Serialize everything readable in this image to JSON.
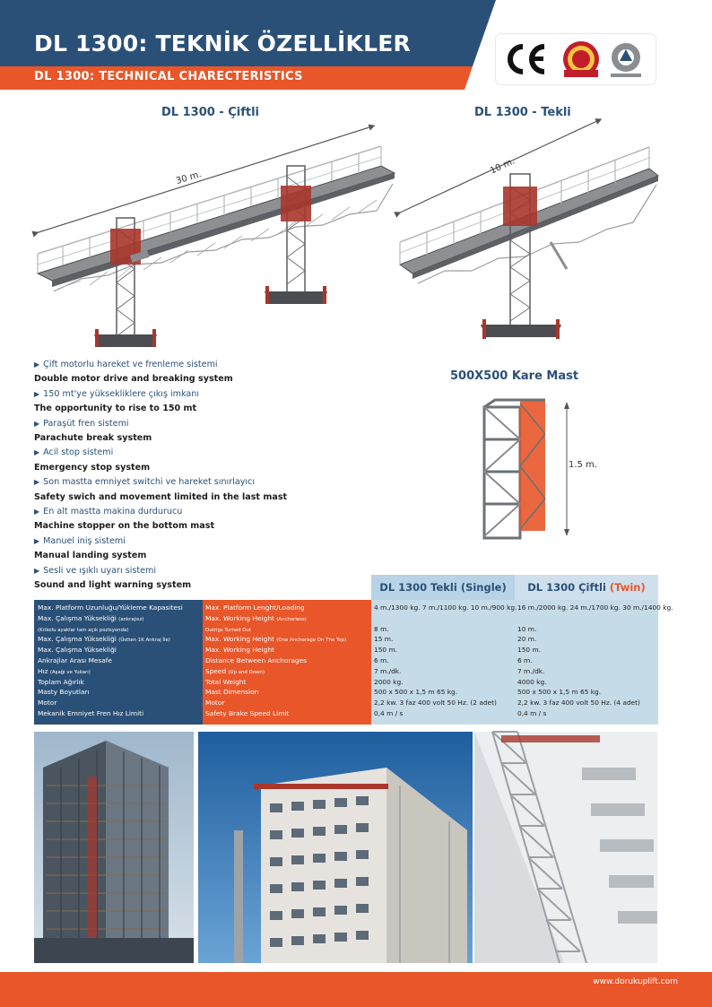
{
  "header": {
    "title_tr": "DL 1300: TEKNİK ÖZELLİKLER",
    "title_en": "DL 1300: TECHNICAL CHARECTERISTICS",
    "colors": {
      "blue": "#2a5078",
      "orange": "#e8562a"
    }
  },
  "logos": [
    "ce-mark",
    "cia-emblem",
    "iso-gear-emblem"
  ],
  "diagrams": {
    "twin_title": "DL 1300 - Çiftli",
    "twin_length": "30 m.",
    "single_title": "DL 1300 - Tekli",
    "single_length": "10 m.",
    "mast_title": "500X500 Kare Mast",
    "mast_height": "1.5 m."
  },
  "features": [
    {
      "tr": "Çift motorlu hareket ve frenleme sistemi",
      "en": "Double motor drive and breaking system"
    },
    {
      "tr": "150 mt'ye yüksekliklere çıkış imkanı",
      "en": "The opportunity to rise to 150 mt"
    },
    {
      "tr": "Paraşüt fren sistemi",
      "en": "Parachute break system"
    },
    {
      "tr": "Acil stop sistemi",
      "en": "Emergency stop system"
    },
    {
      "tr": "Son mastta emniyet switchi ve hareket sınırlayıcı",
      "en": "Safety swich and movement limited in the last mast"
    },
    {
      "tr": "En alt mastta makina durdurucu",
      "en": "Machine stopper on the bottom mast"
    },
    {
      "tr": "Manuel iniş sistemi",
      "en": "Manual landing system"
    },
    {
      "tr": "Sesli ve ışıklı uyarı sistemi",
      "en": "Sound and light warning system"
    }
  ],
  "table": {
    "single_head": "DL 1300 Tekli (Single)",
    "twin_head_a": "DL 1300 Çiftli",
    "twin_head_b": "(Twin)",
    "rows": [
      {
        "tr": "Max. Platform Uzunluğu/Yükleme Kapasitesi",
        "en": "Max. Platform Lenght/Loading",
        "single": "4 m./1300 kg. 7 m./1100 kg. 10 m./900 kg.",
        "twin": "16 m./2000 kg. 24 m./1700 kg. 30 m./1400 kg."
      },
      {
        "tr": "Max. Çalışma Yüksekliği",
        "tr_small": "(ankrajsız)",
        "en": "Max. Working Height",
        "en_small": "(Anchorless)",
        "single": "",
        "twin": ""
      },
      {
        "tr": "",
        "tr_small": "(Krikolu ayaklar tam açık pozisyonda)",
        "en": "",
        "en_small": "Outrigs Turned Out",
        "single": "8 m.",
        "twin": "10 m."
      },
      {
        "tr": "Max. Çalışma Yüksekliği",
        "tr_small": "(Üstten 1K Ankraj İle)",
        "en": "Max. Working Height",
        "en_small": "(One Anchorage On The Top)",
        "single": "15 m.",
        "twin": "20 m."
      },
      {
        "tr": "Max. Çalışma Yüksekliği",
        "en": "Max. Working Height",
        "single": "150 m.",
        "twin": "150 m."
      },
      {
        "tr": "Ankrajlar Arası Mesafe",
        "en": "Distance Between Anchorages",
        "single": "6 m.",
        "twin": "6 m."
      },
      {
        "tr": "Hız",
        "tr_small": "(Aşağı ve Yukarı)",
        "en": "Speed",
        "en_small": "(Up and Down)",
        "single": "7 m./dk.",
        "twin": "7 m./dk."
      },
      {
        "tr": "Toplam Ağırlık",
        "en": "Total Weight",
        "single": "2000 kg.",
        "twin": "4000 kg."
      },
      {
        "tr": "Masty Boyutları",
        "en": "Mast Dimension",
        "single": "500 x 500 x 1,5 m 65 kg.",
        "twin": "500 x 500 x 1,5 m 65 kg."
      },
      {
        "tr": "Motor",
        "en": "Motor",
        "single": "2,2 kw. 3 faz 400 volt 50 Hz. (2 adet)",
        "twin": "2,2 kw. 3 faz 400 volt 50 Hz. (4 adet)"
      },
      {
        "tr": "Mekanik Emniyet Fren Hız Limiti",
        "en": "Safety Brake Speed Limit",
        "single": "0,4 m / s",
        "twin": "0,4 m / s"
      }
    ]
  },
  "photos": [
    "tower-under-construction-photo",
    "building-with-mast-lift-photo",
    "mast-closeup-photo"
  ],
  "footer": {
    "url": "www.dorukuplift.com"
  }
}
